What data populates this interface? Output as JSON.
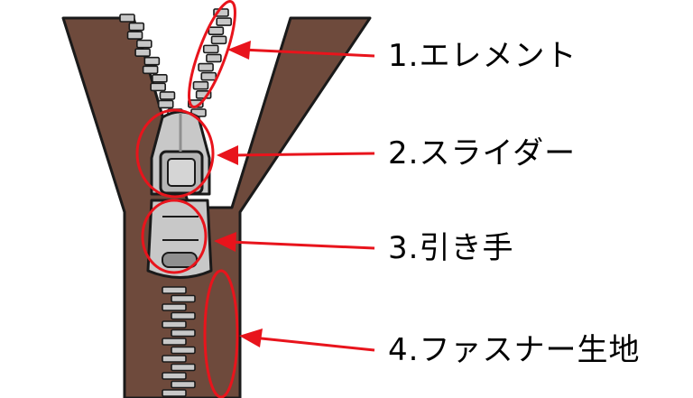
{
  "labels": [
    {
      "id": "element",
      "text": "1.エレメント"
    },
    {
      "id": "slider",
      "text": "2.スライダー"
    },
    {
      "id": "pull-tab",
      "text": "3.引き手"
    },
    {
      "id": "tape",
      "text": "4.ファスナー生地"
    }
  ],
  "colors": {
    "tape": "#6e4a3c",
    "outline": "#1a1a1a",
    "metal": "#c8c8c8",
    "metal_dark": "#8f8f8f",
    "callout": "#e8141c"
  }
}
